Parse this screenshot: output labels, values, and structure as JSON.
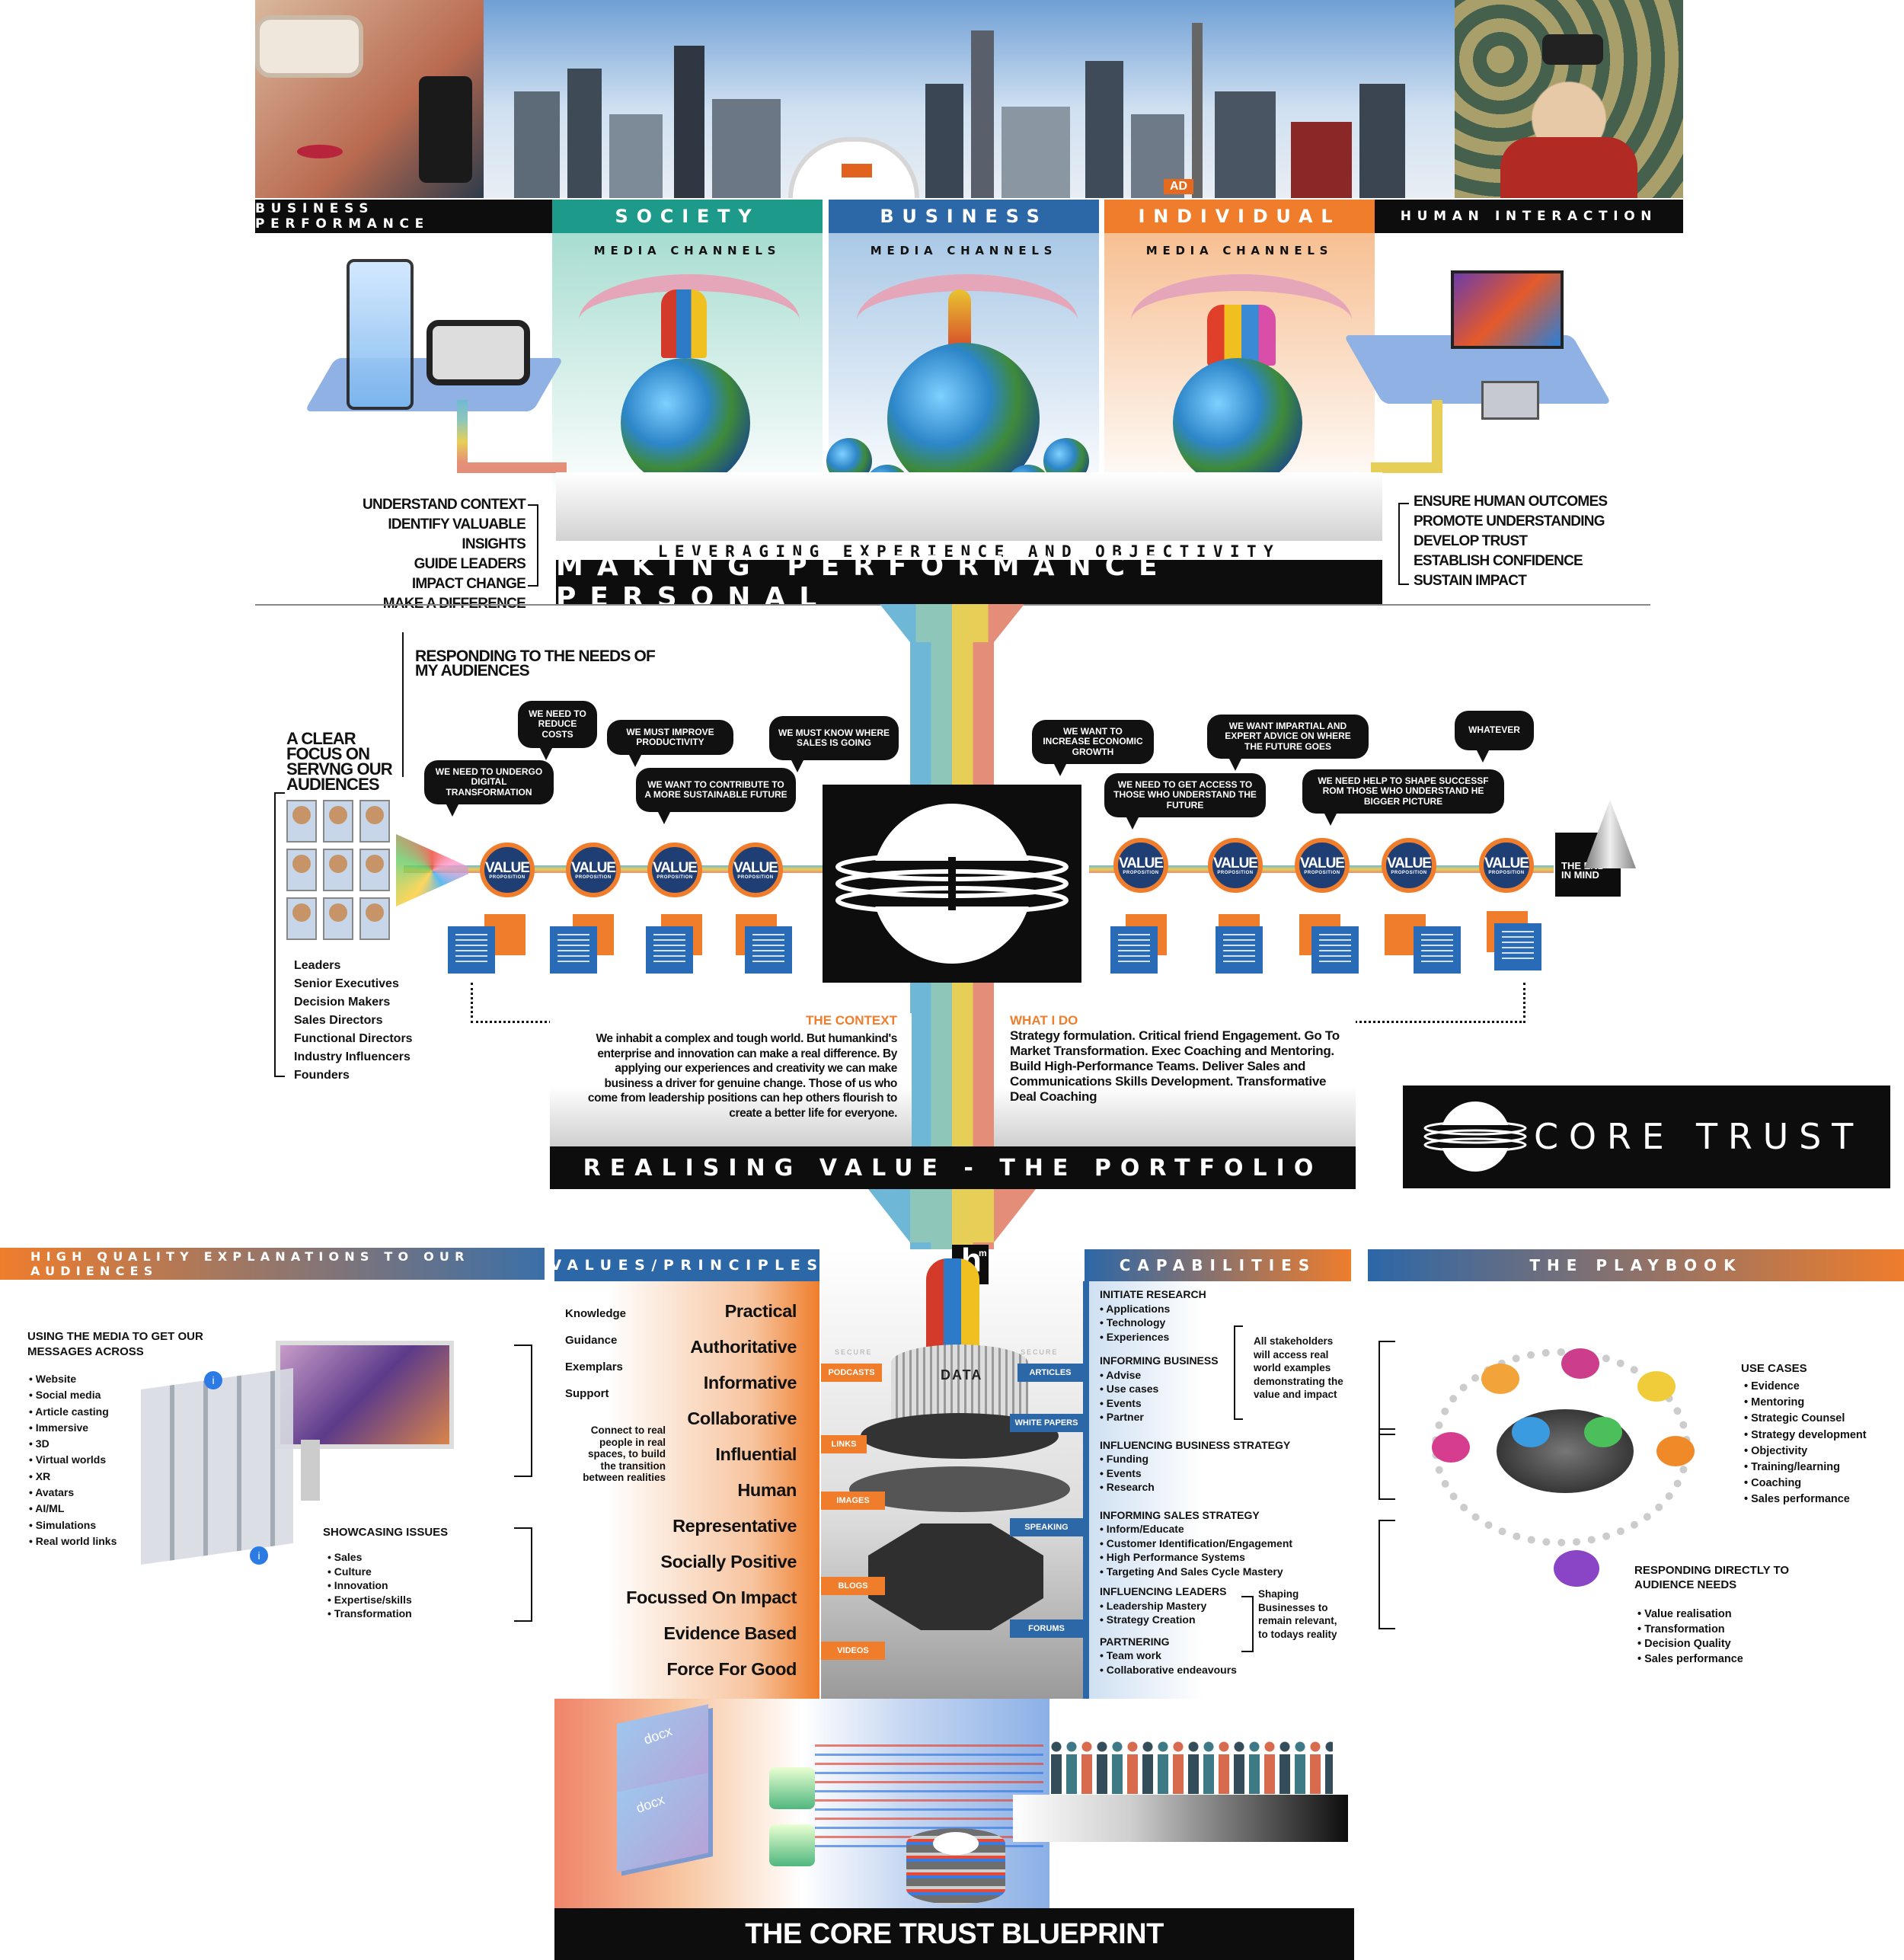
{
  "header": {
    "business_performance": "BUSINESS PERFORMANCE",
    "society": "SOCIETY",
    "business": "BUSINESS",
    "individual": "INDIVIDUAL",
    "human_interaction": "HUMAN INTERACTION",
    "media_channels": "MEDIA CHANNELS",
    "ad_sign": "AD"
  },
  "left_goals": [
    "UNDERSTAND CONTEXT",
    "IDENTIFY VALUABLE INSIGHTS",
    "GUIDE LEADERS",
    "IMPACT CHANGE",
    "MAKE A DIFFERENCE"
  ],
  "right_goals": [
    "ENSURE HUMAN OUTCOMES",
    "PROMOTE UNDERSTANDING",
    "DEVELOP TRUST",
    "ESTABLISH CONFIDENCE",
    "SUSTAIN IMPACT"
  ],
  "tagline": {
    "sub": "LEVERAGING EXPERIENCE AND OBJECTIVITY",
    "main": "MAKING PERFORMANCE PERSONAL"
  },
  "needs": {
    "responding": "RESPONDING TO THE NEEDS OF MY AUDIENCES",
    "clear_focus": "A CLEAR FOCUS ON SERVNG OUR AUDIENCES",
    "audiences": [
      "Leaders",
      "Senior Executives",
      "Decision Makers",
      "Sales Directors",
      "Functional Directors",
      "Industry Influencers",
      "Founders"
    ],
    "bubbles_left": [
      "WE NEED TO UNDERGO DIGITAL TRANSFORMATION",
      "WE NEED TO REDUCE COSTS",
      "WE MUST IMPROVE PRODUCTIVITY",
      "WE WANT TO CONTRIBUTE TO A MORE SUSTAINABLE FUTURE",
      "WE MUST KNOW WHERE SALES IS GOING"
    ],
    "bubbles_right": [
      "WE WANT TO INCREASE ECONOMIC GROWTH",
      "WE NEED TO GET ACCESS TO THOSE WHO UNDERSTAND THE FUTURE",
      "WE WANT IMPARTIAL AND EXPERT ADVICE ON WHERE THE FUTURE GOES",
      "WE NEED HELP TO SHAPE SUCCESSF ROM THOSE WHO UNDERSTAND HE BIGGER PICTURE",
      "WHATEVER"
    ],
    "vp_word": "VALUE",
    "vp_sub": "PROPOSITION",
    "end_in_mind": "THE END IN MIND"
  },
  "context": {
    "title": "THE CONTEXT",
    "body": "We inhabit a complex and tough world. But humankind's enterprise and innovation can make a real difference. By applying our experiences and creativity we can make business a driver for genuine change. Those of us who come from leadership positions can hep others flourish to create a better life for everyone."
  },
  "what_i_do": {
    "title": "WHAT I DO",
    "body": "Strategy formulation. Critical friend Engagement. Go To Market Transformation. Exec Coaching and Mentoring. Build High-Performance Teams. Deliver Sales and Communications Skills Development. Transformative Deal Coaching"
  },
  "portfolio_bar": "REALISING VALUE - THE PORTFOLIO",
  "brand": "CORE TRUST",
  "explanations": {
    "header": "HIGH QUALITY EXPLANATIONS TO OUR AUDIENCES",
    "using_media": "USING THE MEDIA TO GET OUR MESSAGES ACROSS",
    "media_list": [
      "Website",
      "Social media",
      "Article casting",
      "Immersive",
      "3D",
      "Virtual worlds",
      "XR",
      "Avatars",
      "AI/ML",
      "Simulations",
      "Real world links"
    ],
    "showcasing": "SHOWCASING ISSUES",
    "showcase_list": [
      "Sales",
      "Culture",
      "Innovation",
      "Expertise/skills",
      "Transformation"
    ]
  },
  "values": {
    "header": "VALUES/PRINCIPLES",
    "left_labels": [
      "Knowledge",
      "Guidance",
      "Exemplars",
      "Support"
    ],
    "connect": "Connect to real people in real spaces, to build the transition between realities",
    "items": [
      "Practical",
      "Authoritative",
      "Informative",
      "Collaborative",
      "Influential",
      "Human",
      "Representative",
      "Socially Positive",
      "Focussed On Impact",
      "Evidence Based",
      "Force For Good"
    ]
  },
  "centre_tags_left": [
    "PODCASTS",
    "LINKS",
    "IMAGES",
    "BLOGS",
    "VIDEOS"
  ],
  "centre_tags_right": [
    "ARTICLES",
    "WHITE PAPERS",
    "SPEAKING",
    "FORUMS"
  ],
  "centre_labels": {
    "data": "DATA",
    "secure": "SECURE",
    "logo_letter": "h",
    "logo_sup": "m"
  },
  "capabilities": {
    "header": "CAPABILITIES",
    "groups": [
      {
        "title": "INITIATE RESEARCH",
        "items": [
          "Applications",
          "Technology",
          "Experiences"
        ]
      },
      {
        "title": "INFORMING BUSINESS",
        "items": [
          "Advise",
          "Use cases",
          "Events",
          "Partner"
        ]
      },
      {
        "title": "INFLUENCING BUSINESS STRATEGY",
        "items": [
          "Funding",
          "Events",
          "Research"
        ]
      },
      {
        "title": "INFORMING SALES STRATEGY",
        "items": [
          "Inform/Educate",
          "Customer Identification/Engagement",
          "High Performance Systems",
          "Targeting And Sales Cycle Mastery"
        ]
      },
      {
        "title": "INFLUENCING LEADERS",
        "items": [
          "Leadership Mastery",
          "Strategy Creation"
        ]
      },
      {
        "title": "PARTNERING",
        "items": [
          "Team work",
          "Collaborative endeavours"
        ]
      }
    ],
    "stakeholders_note": "All stakeholders will access real world examples demonstrating the value and impact",
    "shaping_note": "Shaping Businesses to remain relevant, to todays reality"
  },
  "playbook": {
    "header": "THE PLAYBOOK",
    "use_cases_title": "USE CASES",
    "use_cases": [
      "Evidence",
      "Mentoring",
      "Strategic Counsel",
      "Strategy development",
      "Objectivity",
      "Training/learning",
      "Coaching",
      "Sales performance"
    ],
    "responding_title": "RESPONDING DIRECTLY TO AUDIENCE NEEDS",
    "responding": [
      "Value realisation",
      "Transformation",
      "Decision Quality",
      "Sales performance"
    ]
  },
  "docx_label": "docx",
  "blueprint": "THE CORE TRUST BLUEPRINT",
  "colors": {
    "teal": "#1e9a8a",
    "blue": "#2c67a8",
    "orange": "#ef7d2c",
    "black": "#0d0d0d",
    "rainbow": [
      "#6fb7d6",
      "#8ec7b9",
      "#e7cf57",
      "#e48d79"
    ]
  }
}
